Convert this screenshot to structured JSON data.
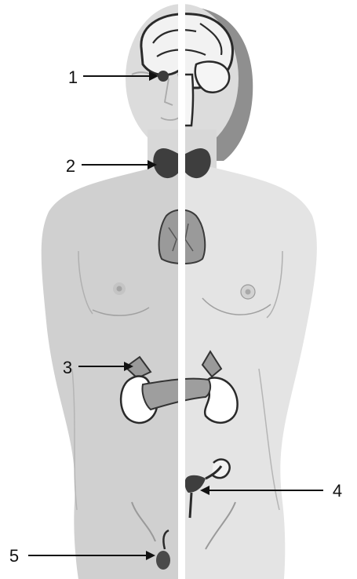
{
  "labels": [
    "1",
    "2",
    "3",
    "4",
    "5"
  ],
  "colors": {
    "skin_left": "#d4d4d4",
    "skin_right": "#e3e3e3",
    "hair_dark": "#8a8a8a",
    "organ_dark": "#3e3e3e",
    "organ_mid": "#9a9a9a",
    "outline": "#2a2a2a",
    "midline": "#ffffff"
  }
}
